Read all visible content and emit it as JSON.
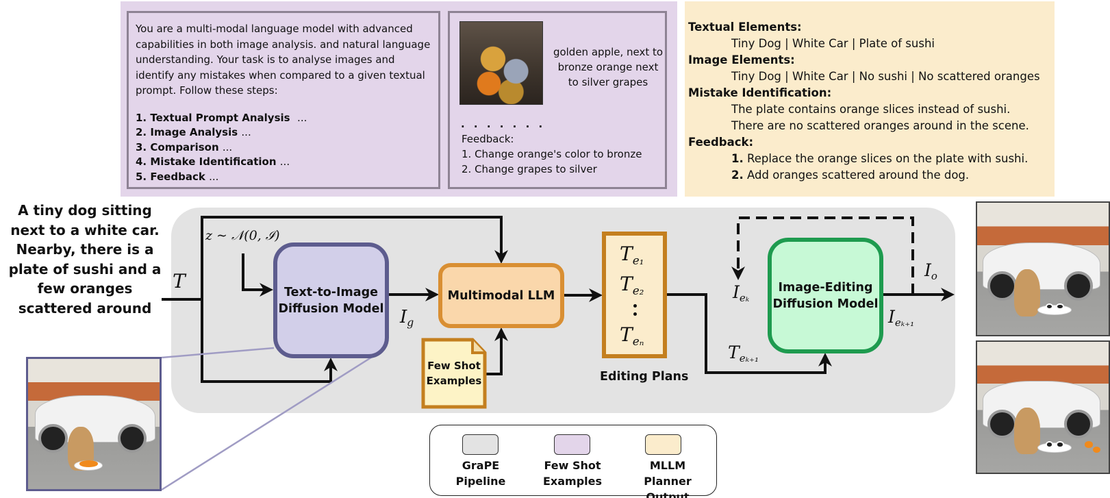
{
  "few_shot_panel": {
    "instructions_text": "You are a multi-modal language model with advanced capabilities in both image analysis. and natural language understanding. Your task is to analyse images and identify any mistakes when compared to a given textual prompt. Follow these steps:",
    "steps": [
      {
        "num": "1.",
        "label": "Textual Prompt Analysis",
        "dots": "..."
      },
      {
        "num": "2.",
        "label": "Image Analysis",
        "dots": "..."
      },
      {
        "num": "3.",
        "label": "Comparison",
        "dots": "..."
      },
      {
        "num": "4.",
        "label": "Mistake Identification",
        "dots": "..."
      },
      {
        "num": "5.",
        "label": "Feedback",
        "dots": "..."
      }
    ],
    "example_caption": "golden apple, next to bronze orange next to silver grapes",
    "ellipsis": ". . . . . . .",
    "feedback_title": "Feedback:",
    "feedback_items": [
      "1. Change orange's color to bronze",
      "2. Change grapes to silver"
    ]
  },
  "mllm_output": {
    "textual_heading": "Textual Elements:",
    "textual_items": "Tiny Dog | White Car | Plate of sushi",
    "image_heading": "Image Elements:",
    "image_items": "Tiny Dog | White Car | No sushi | No scattered oranges",
    "mistake_heading": "Mistake Identification:",
    "mistakes": [
      "The plate contains orange slices instead of sushi.",
      "There are no scattered oranges around in the scene."
    ],
    "feedback_heading": "Feedback:",
    "feedback": [
      {
        "num": "1.",
        "text": "Replace the orange slices on the plate with sushi."
      },
      {
        "num": "2.",
        "text": "Add oranges scattered around the dog."
      }
    ]
  },
  "pipeline": {
    "prompt": "A tiny dog sitting next to a white car. Nearby, there is a plate of sushi and a few oranges scattered around",
    "t_symbol": "T",
    "noise": "z ∼ 𝒩(0, ℐ)",
    "t2i_label": "Text-to-Image Diffusion Model",
    "ig_symbol": "I",
    "ig_sub": "g",
    "mllm_label": "Multimodal LLM",
    "few_shot_label": "Few Shot Examples",
    "plans": [
      {
        "sym": "T",
        "sub": "e₁"
      },
      {
        "sym": "T",
        "sub": "e₂"
      },
      {
        "sym": "T",
        "sub": "eₙ"
      }
    ],
    "editing_plans_label": "Editing Plans",
    "iek_symbol": "I",
    "iek_sub": "eₖ",
    "tek1_symbol": "T",
    "tek1_sub": "eₖ₊₁",
    "edit_label": "Image-Editing Diffusion Model",
    "iek1_symbol": "I",
    "iek1_sub": "eₖ₊₁",
    "io_symbol": "I",
    "io_sub": "o"
  },
  "legend": [
    {
      "label": "GraPE Pipeline",
      "color": "#e3e3e3"
    },
    {
      "label": "Few Shot Examples",
      "color": "#e3d5ea"
    },
    {
      "label": "MLLM Planner Output",
      "color": "#fbeccc"
    }
  ]
}
